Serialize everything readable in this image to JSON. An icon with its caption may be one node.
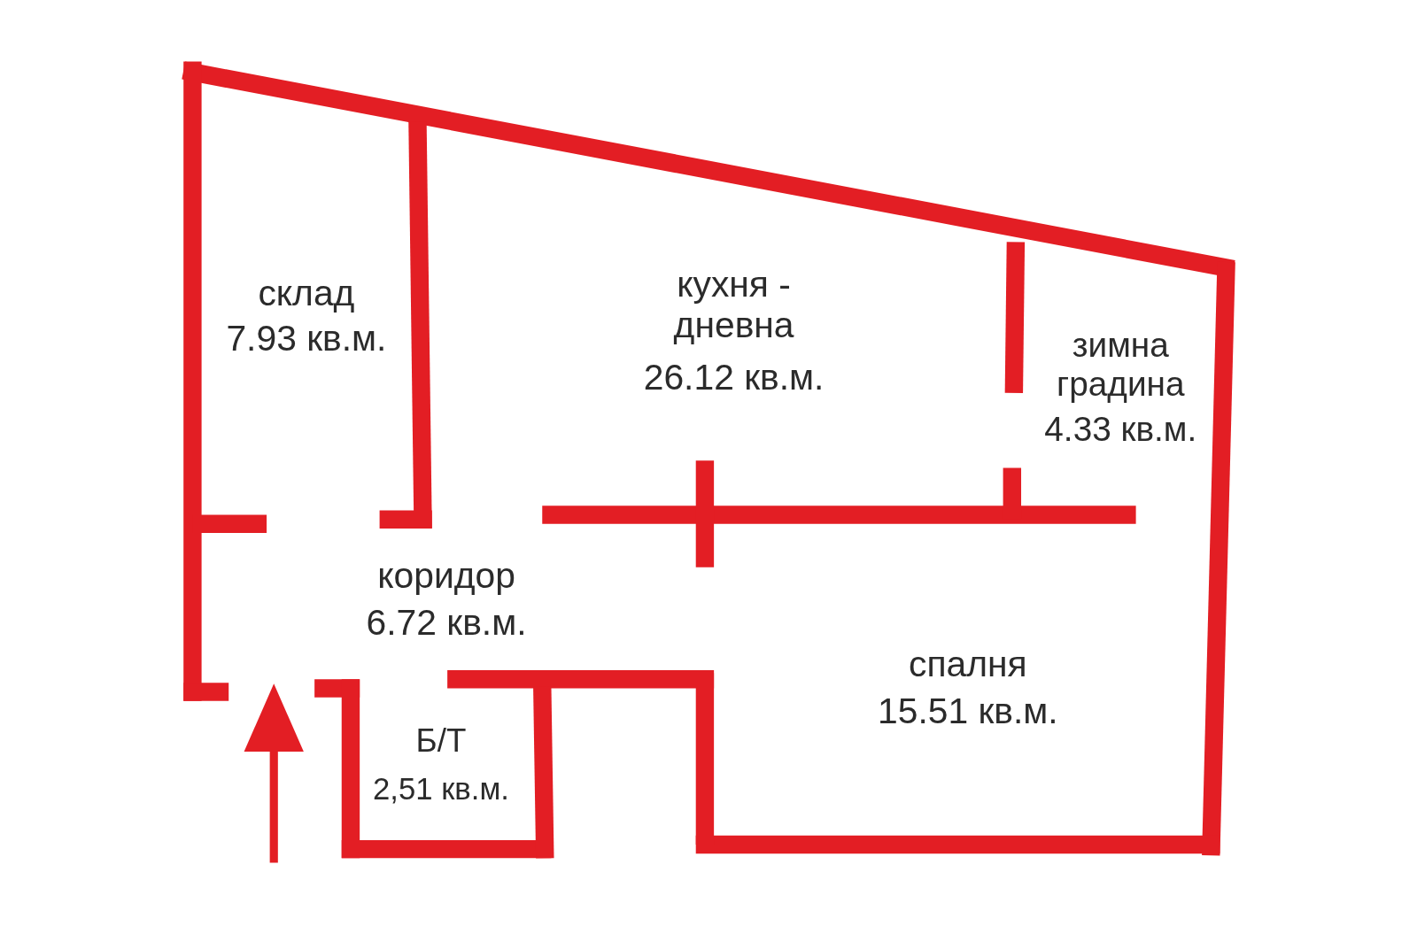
{
  "diagram": {
    "labels": [
      "склад",
      "7.93 кв.м.",
      "кухня - дневна",
      "26.12 кв.м.",
      "зимна градина",
      "4.33 кв.м.",
      "коридор",
      "6.72 кв.м.",
      "спалня",
      "15.51 кв.м.",
      "Б/Т",
      "2,51 кв.м."
    ]
  }
}
